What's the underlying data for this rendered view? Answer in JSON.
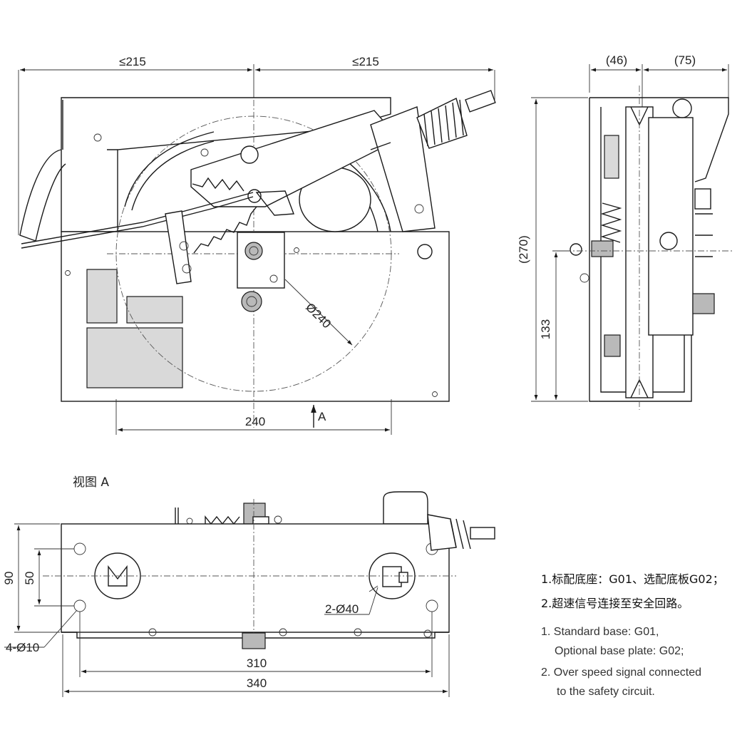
{
  "front_view": {
    "dim_left_width": "≤215",
    "dim_right_width": "≤215",
    "dim_sheave_span": "240",
    "dim_sheave_diameter": "Ø240",
    "view_arrow_label": "A"
  },
  "side_view": {
    "dim_depth_front": "(46)",
    "dim_depth_back": "(75)",
    "dim_total_height": "(270)",
    "dim_axis_height": "133"
  },
  "view_a": {
    "title": "视图 A",
    "dim_hole_span": "310",
    "dim_total_length": "340",
    "dim_total_height": "90",
    "dim_hole_pitch": "50",
    "dim_mount_holes": "4-Ø10",
    "dim_slot_holes": "2-Ø40"
  },
  "notes": {
    "cn_line1": "1.标配底座：G01、选配底板G02；",
    "cn_line2": "2.超速信号连接至安全回路。",
    "en_line1": "1. Standard base: G01,",
    "en_line2": "Optional base plate: G02;",
    "en_line3": "2. Over speed signal connected",
    "en_line4": "to the safety circuit."
  }
}
